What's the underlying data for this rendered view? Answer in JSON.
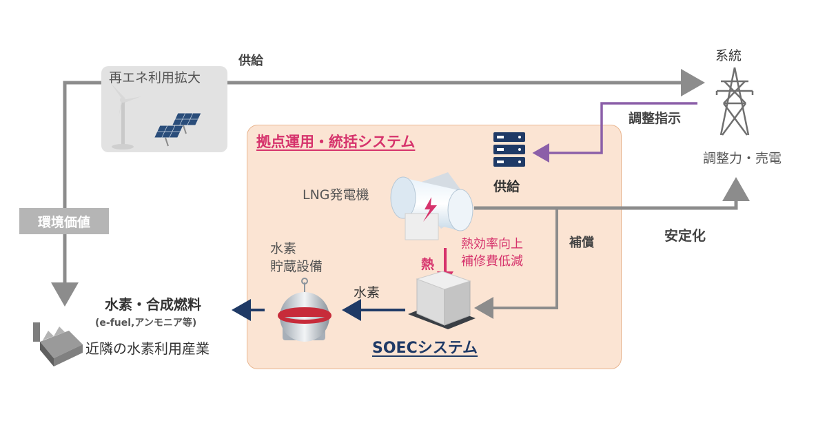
{
  "renewable": {
    "label": "再エネ利用拡大"
  },
  "supply_top": "供給",
  "grid": {
    "label": "系統",
    "sub": "調整力・売電"
  },
  "adjust_instruction": "調整指示",
  "hub": {
    "title": "拠点運用・統括システム"
  },
  "server_supply": "供給",
  "lng": "LNG発電機",
  "compensation": "補償",
  "stabilize": "安定化",
  "env_value": "環境価値",
  "effects": {
    "line1": "熱効率向上",
    "line2": "補修費低減"
  },
  "heat": "熱",
  "storage": {
    "line1": "水素",
    "line2": "貯蔵設備"
  },
  "hydrogen": "水素",
  "soec": "SOECシステム",
  "fuel": {
    "title": "水素・合成燃料",
    "sub": "(e-fuel,アンモニア等)"
  },
  "industry": "近隣の水素利用産業",
  "colors": {
    "gray_arrow": "#8c8c8c",
    "purple": "#8b5fa8",
    "pink": "#d6336c",
    "navy": "#1f3a66",
    "hub_bg": "#fbe4d3"
  }
}
